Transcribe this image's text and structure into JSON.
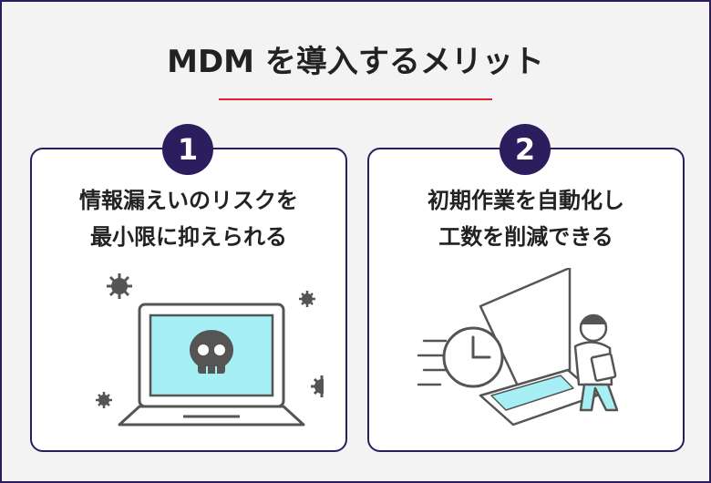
{
  "title": "MDM を導入するメリット",
  "colors": {
    "accent_line": "#e0232e",
    "navy": "#2b1d5e",
    "screen_cyan": "#a6eff5",
    "line_gray": "#555555"
  },
  "cards": [
    {
      "number": "1",
      "line1": "情報漏えいのリスクを",
      "line2": "最小限に抑えられる",
      "illustration": "laptop-skull-virus-icon"
    },
    {
      "number": "2",
      "line1": "初期作業を自動化し",
      "line2": "工数を削減できる",
      "illustration": "clock-laptop-person-icon"
    }
  ]
}
